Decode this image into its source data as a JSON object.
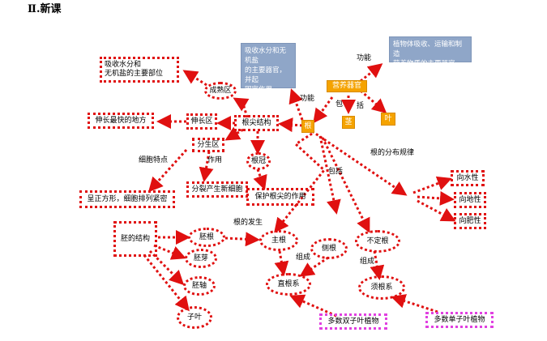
{
  "heading": "Ⅱ.新课",
  "nodes": {
    "absorb_water": "吸收水分和\n无机盐的主要部位",
    "mature_zone": "成熟区",
    "fastest": "伸长最快的地方",
    "elong_zone": "伸长区",
    "root_tip": "根尖结构",
    "meristem": "分生区",
    "root_cap": "根冠",
    "cell_feature": "呈正方形，细胞排列紧密",
    "split_cells": "分裂产生新细胞",
    "protect_tip": "保护根尖的作用",
    "blue_root": "吸收水分和无机盐\n的主要器官，并起\n固定作用",
    "blue_organ": "植物体吸收、运输和制造\n营养物质的主要器官",
    "veg_organ": "营养器官",
    "root": "根",
    "stem": "茎",
    "leaf": "叶",
    "hydrotropism": "向水性",
    "geotropism": "向地性",
    "fertilizer": "向肥性",
    "embryo_structure": "胚的结构",
    "radicle": "胚根",
    "plumule": "胚芽",
    "hypocotyl": "胚轴",
    "cotyledon": "子叶",
    "main_root": "主根",
    "lateral_root": "侧根",
    "adventitious": "不定根",
    "taproot": "直根系",
    "fibrous": "须根系",
    "dicot": "多数双子叶植物",
    "monocot": "多数单子叶植物"
  },
  "labels": {
    "function1": "功能",
    "function2": "功能",
    "include1": "包",
    "include2": "括",
    "include3": "包括",
    "cell_char": "细胞特点",
    "role": "作用",
    "distribution": "根的分布规律",
    "root_origin": "根的发生",
    "compose1": "组成",
    "compose2": "组成"
  },
  "colors": {
    "edge": "#e01010",
    "pink": "#e040e0",
    "orange": "#f5a300",
    "blue_box": "#8fa6c8"
  }
}
